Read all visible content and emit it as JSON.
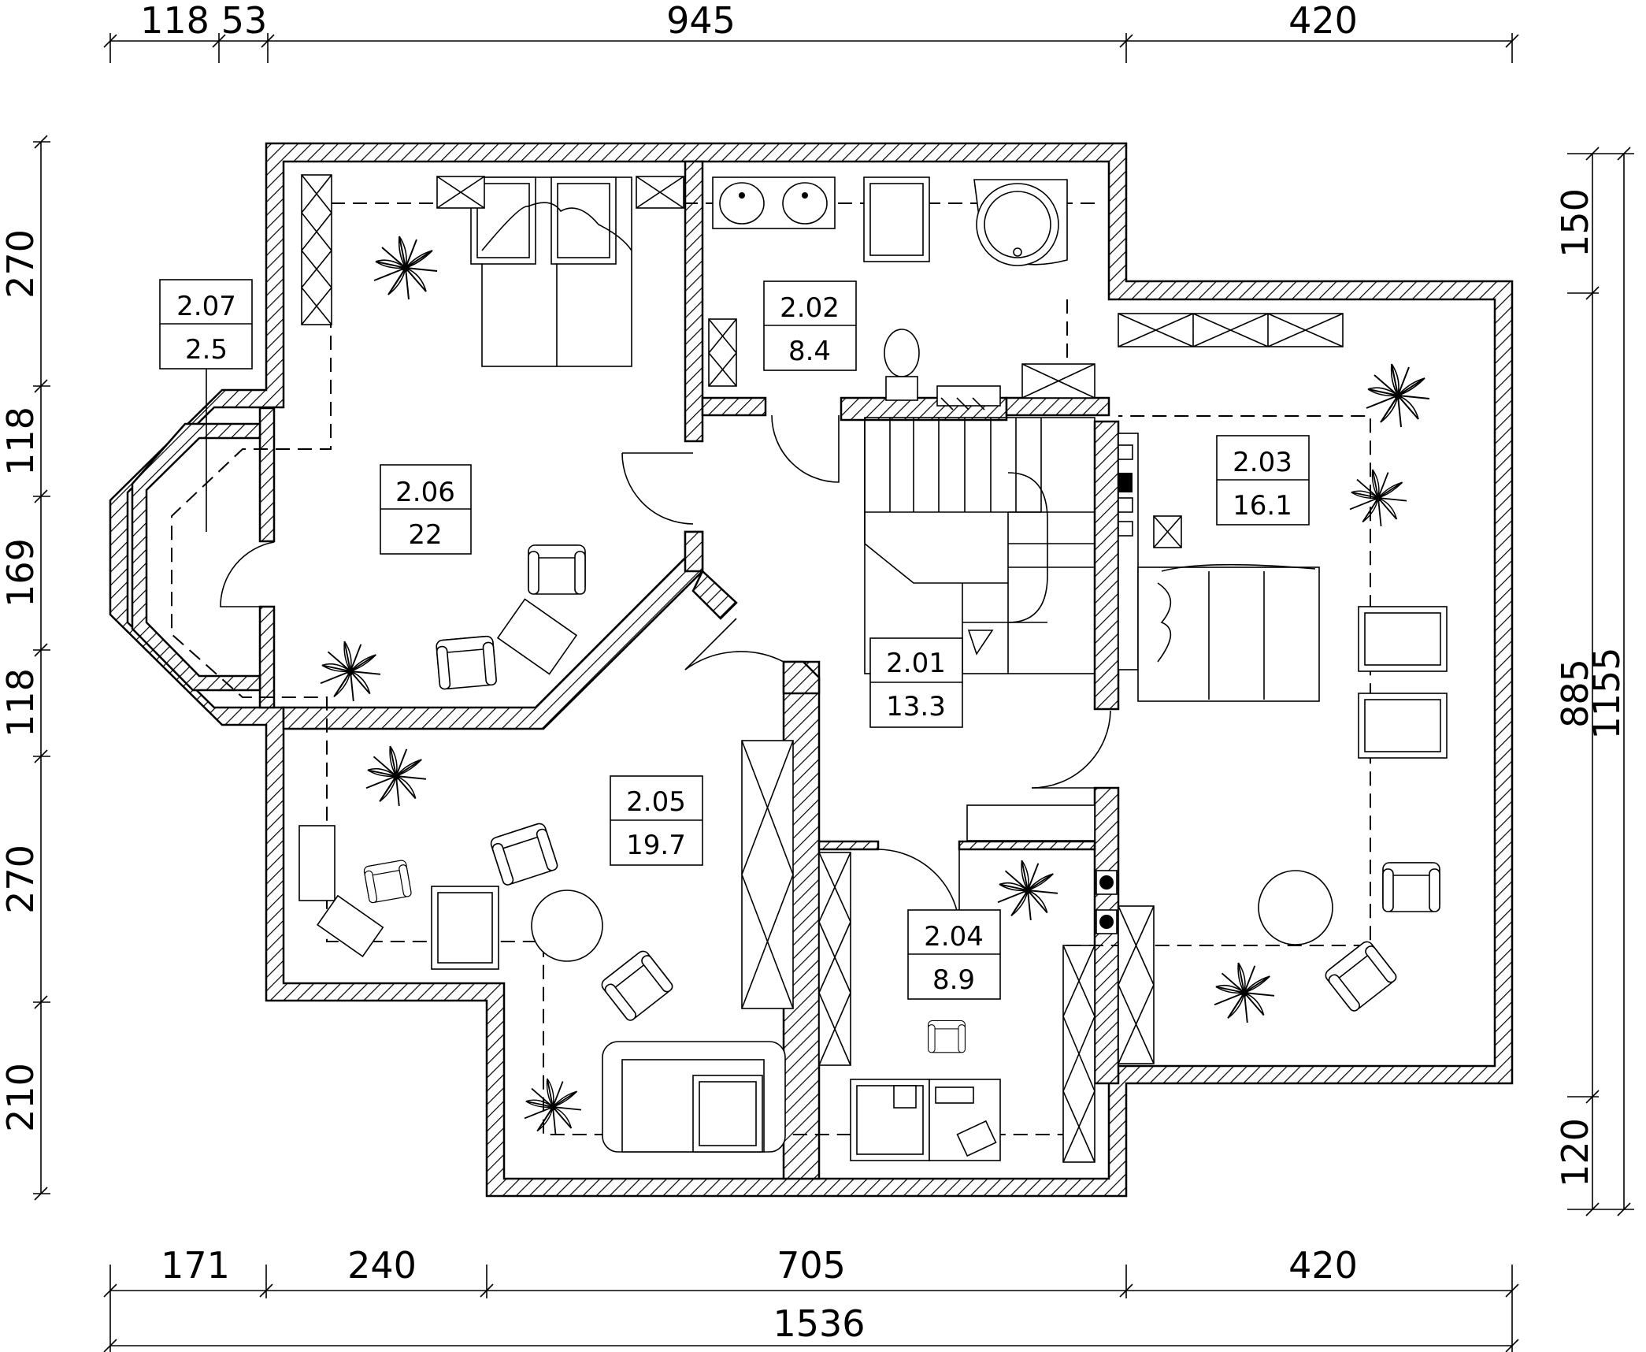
{
  "dimensions": {
    "top": [
      "118",
      "53",
      "945",
      "420"
    ],
    "bottom": [
      "171",
      "240",
      "705",
      "420"
    ],
    "overall": "1536",
    "left": [
      "270",
      "118",
      "169",
      "118",
      "270",
      "210"
    ],
    "right": [
      "150",
      "885",
      "1155",
      "120"
    ]
  },
  "rooms": [
    {
      "id": "2.01",
      "area": "13.3"
    },
    {
      "id": "2.02",
      "area": "8.4"
    },
    {
      "id": "2.03",
      "area": "16.1"
    },
    {
      "id": "2.04",
      "area": "8.9"
    },
    {
      "id": "2.05",
      "area": "19.7"
    },
    {
      "id": "2.06",
      "area": "22"
    },
    {
      "id": "2.07",
      "area": "2.5"
    }
  ]
}
